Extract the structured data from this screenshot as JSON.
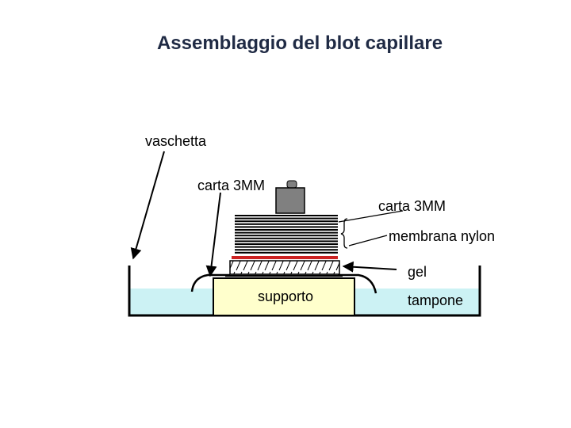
{
  "title": "Assemblaggio del blot capillare",
  "labels": {
    "tray": "vaschetta",
    "paper_left": "carta 3MM",
    "paper_right": "carta 3MM",
    "membrane": "membrana nylon",
    "gel": "gel",
    "support": "supporto",
    "buffer": "tampone"
  },
  "colors": {
    "title": "#1f2a44",
    "buffer": "#ccf2f4",
    "support": "#ffffcc",
    "membrane": "#cc2222",
    "weight": "#808080",
    "outline": "#000000"
  },
  "icons": [
    "weight-icon",
    "brace-icon"
  ]
}
